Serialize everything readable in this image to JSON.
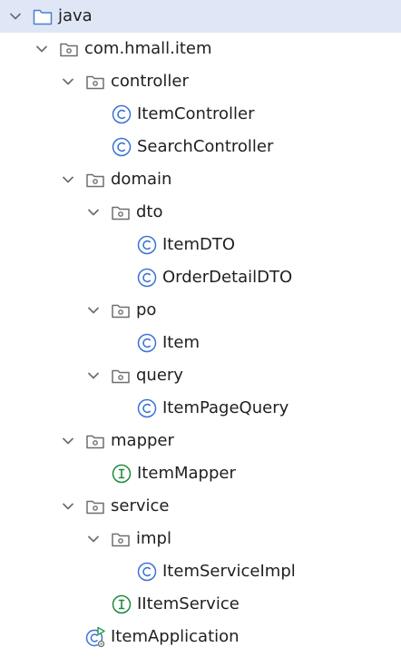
{
  "tree": {
    "items": [
      {
        "label": "java",
        "icon": "folder-icon",
        "expanded": true,
        "selected": true
      },
      {
        "label": "com.hmall.item",
        "icon": "package-icon",
        "expanded": true
      },
      {
        "label": "controller",
        "icon": "package-icon",
        "expanded": true
      },
      {
        "label": "ItemController",
        "icon": "class-icon"
      },
      {
        "label": "SearchController",
        "icon": "class-icon"
      },
      {
        "label": "domain",
        "icon": "package-icon",
        "expanded": true
      },
      {
        "label": "dto",
        "icon": "package-icon",
        "expanded": true
      },
      {
        "label": "ItemDTO",
        "icon": "class-icon"
      },
      {
        "label": "OrderDetailDTO",
        "icon": "class-icon"
      },
      {
        "label": "po",
        "icon": "package-icon",
        "expanded": true
      },
      {
        "label": "Item",
        "icon": "class-icon"
      },
      {
        "label": "query",
        "icon": "package-icon",
        "expanded": true
      },
      {
        "label": "ItemPageQuery",
        "icon": "class-icon"
      },
      {
        "label": "mapper",
        "icon": "package-icon",
        "expanded": true
      },
      {
        "label": "ItemMapper",
        "icon": "interface-icon"
      },
      {
        "label": "service",
        "icon": "package-icon",
        "expanded": true
      },
      {
        "label": "impl",
        "icon": "package-icon",
        "expanded": true
      },
      {
        "label": "ItemServiceImpl",
        "icon": "class-icon"
      },
      {
        "label": "IItemService",
        "icon": "interface-icon"
      },
      {
        "label": "ItemApplication",
        "icon": "spring-boot-class-icon"
      }
    ]
  },
  "colors": {
    "selection_bg": "#dfe7f7",
    "folder_stroke": "#4a7fd0",
    "package_stroke": "#6e6e6e",
    "class_stroke": "#3b72d6",
    "interface_stroke": "#1f8a3b",
    "run_green": "#2e9e4f"
  }
}
